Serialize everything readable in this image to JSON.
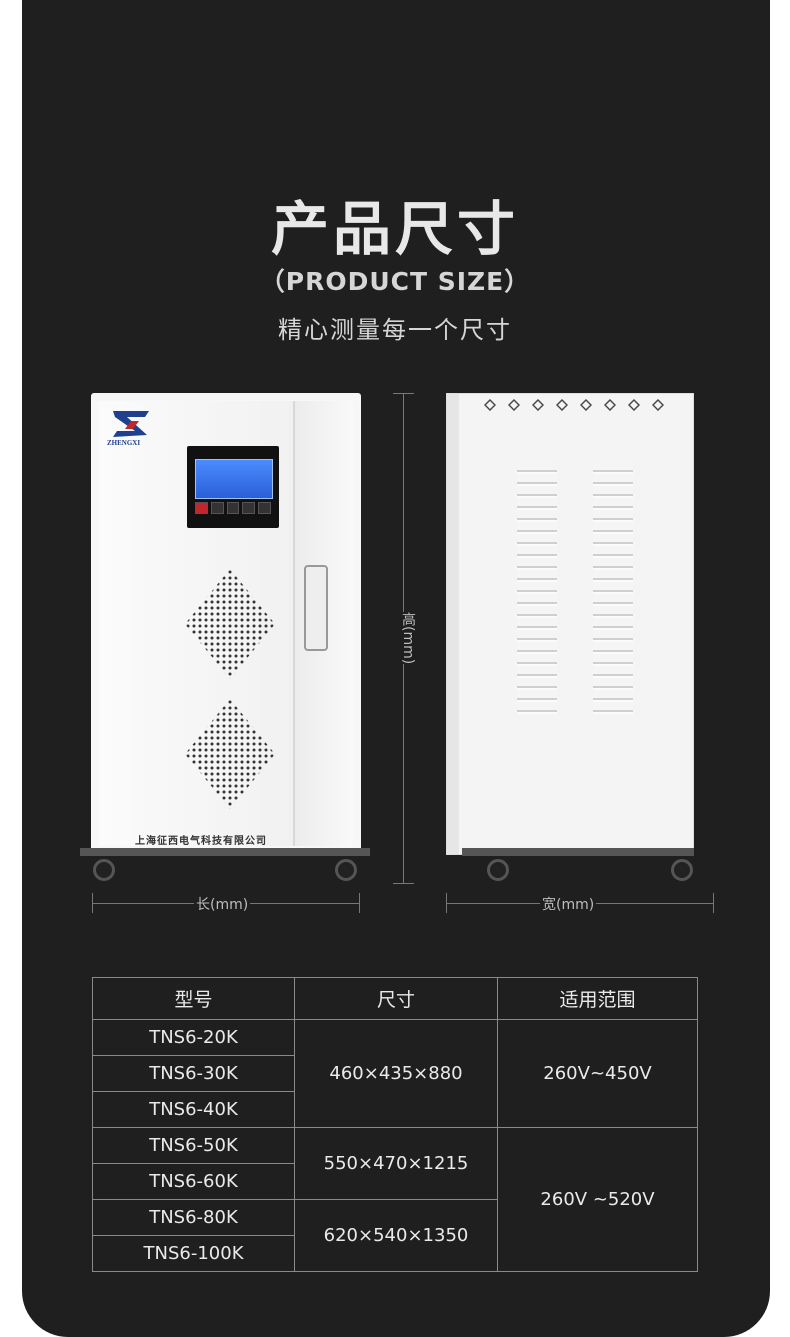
{
  "title": "产品尺寸",
  "subtitle": "（PRODUCT SIZE）",
  "tagline": "精心测量每一个尺寸",
  "brand": {
    "logo_text": "ZHENGXI",
    "company_cn": "上海征西电气科技有限公司"
  },
  "dimensions": {
    "length_label": "长(mm)",
    "width_label": "宽(mm)",
    "height_label": "高(mm)"
  },
  "table": {
    "headers": [
      "型号",
      "尺寸",
      "适用范围"
    ],
    "models": [
      "TNS6-20K",
      "TNS6-30K",
      "TNS6-40K",
      "TNS6-50K",
      "TNS6-60K",
      "TNS6-80K",
      "TNS6-100K"
    ],
    "sizes": [
      "460×435×880",
      "550×470×1215",
      "620×540×1350"
    ],
    "ranges": [
      "260V~450V",
      "260V ~520V"
    ]
  },
  "colors": {
    "background": "#1f1f1f",
    "text": "#e8e8e8",
    "brand_blue": "#1f3f8f"
  }
}
